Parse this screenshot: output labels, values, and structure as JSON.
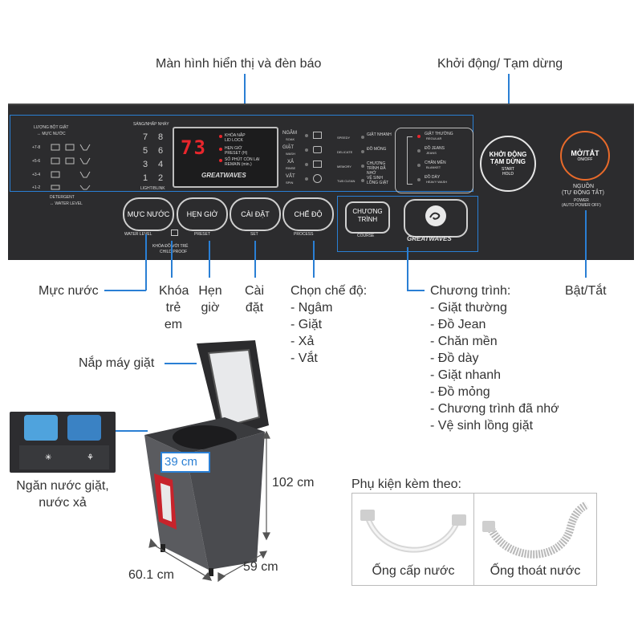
{
  "callouts": {
    "display": "Màn hình hiển thị và đèn báo",
    "start_pause": "Khởi động/ Tạm dừng",
    "water_level": "Mực nước",
    "child_lock": [
      "Khóa",
      "trẻ",
      "em"
    ],
    "timer": [
      "Hẹn",
      "giờ"
    ],
    "set": [
      "Cài",
      "đặt"
    ],
    "mode_title": "Chọn chế độ:",
    "modes": [
      "- Ngâm",
      "- Giặt",
      "- Xả",
      "- Vắt"
    ],
    "program_title": "Chương trình:",
    "programs": [
      "- Giặt thường",
      "- Đồ Jean",
      "- Chăn mền",
      "- Đồ dày",
      "- Giặt nhanh",
      "- Đồ mỏng",
      "- Chương trình đã nhớ",
      "- Vệ sinh lồng giặt"
    ],
    "power": "Bật/Tắt",
    "lid": "Nắp máy giặt",
    "drawer": [
      "Ngăn nước giặt,",
      "nước xả"
    ],
    "width": "39 cm",
    "height": "102 cm",
    "depth1": "60.1 cm",
    "depth2": "59 cm"
  },
  "panel": {
    "detergent_title": [
      "LƯỢNG BỘT GIẶT",
      "↔ MỰC NƯỚC"
    ],
    "detergent_levels": [
      "+7-8",
      "+5-6",
      "+3-4",
      "+1-2"
    ],
    "detergent_footer": [
      "DETERGENT",
      "↔ WATER LEVEL"
    ],
    "light_title": "SÁNG/NHẤP NHÁY",
    "light_footer": "LIGHT/BLINK",
    "numbers": [
      "7",
      "8",
      "5",
      "6",
      "3",
      "4",
      "1",
      "2"
    ],
    "display_value": "73",
    "display_labels": [
      "KHÓA NẮP",
      "LID LOCK",
      "HẸN GIỜ",
      "PRESET (H)",
      "SỐ PHÚT CÒN LẠI",
      "REMAIN (min.)"
    ],
    "greatwaves_small": "GREATWAVES",
    "mode_panel": [
      {
        "vi": "NGÂM",
        "en": "SOAK"
      },
      {
        "vi": "GIẶT",
        "en": "WASH"
      },
      {
        "vi": "XẢ",
        "en": "RINSE"
      },
      {
        "vi": "VẮT",
        "en": "SPIN"
      }
    ],
    "course_left": [
      {
        "en": "SPEEDY",
        "vi": "GIẶT NHANH"
      },
      {
        "en": "DELICATE",
        "vi": "ĐỒ MỎNG"
      },
      {
        "en": "MEMORY",
        "vi": "CHƯƠNG TRÌNH ĐÃ NHỚ"
      },
      {
        "en": "TUB CLEAN",
        "vi": "VỆ SINH LỒNG GIẶT"
      }
    ],
    "course_right": [
      {
        "vi": "GIẶT THƯỜNG",
        "en": "REGULAR"
      },
      {
        "vi": "ĐỒ JEANS",
        "en": "JEANS"
      },
      {
        "vi": "CHĂN MỀN",
        "en": "BLANKET"
      },
      {
        "vi": "ĐỒ DÀY",
        "en": "HEAVY WASH"
      }
    ],
    "btn_water": "MỰC NƯỚC",
    "btn_water_sub": "WATER LEVEL",
    "btn_timer": "HẸN GIỜ",
    "btn_timer_sub": "PRESET",
    "child_lock_text": [
      "KHÓA ĐỒ VỚI TRẺ",
      "CHILD PROOF"
    ],
    "btn_set": "CÀI ĐẶT",
    "btn_set_sub": "SET",
    "btn_mode": "CHẾ ĐỘ",
    "btn_mode_sub": "PROCESS",
    "btn_course": [
      "CHƯƠNG",
      "TRÌNH"
    ],
    "btn_course_sub": "COURSE",
    "greatwaves": "GREATWAVES",
    "start_btn": [
      "KHỞI ĐỘNG",
      "TẠM DỪNG"
    ],
    "start_sub": [
      "START",
      "HOLD"
    ],
    "power_btn": [
      "MỞ/TẮT",
      "ON/OFF"
    ],
    "power_sub": [
      "NGUỒN",
      "(TỰ ĐỘNG TẮT)",
      "POWER",
      "(AUTO POWER OFF)"
    ]
  },
  "accessories": {
    "title": "Phụ kiện kèm theo:",
    "items": [
      "Ống cấp nước",
      "Ống thoát nước"
    ]
  },
  "colors": {
    "panel": "#2c2c2e",
    "highlight": "#2a7fd4",
    "display_red": "#e8262c",
    "power_ring": "#e86a2a",
    "machine": "#4a4b4f"
  }
}
